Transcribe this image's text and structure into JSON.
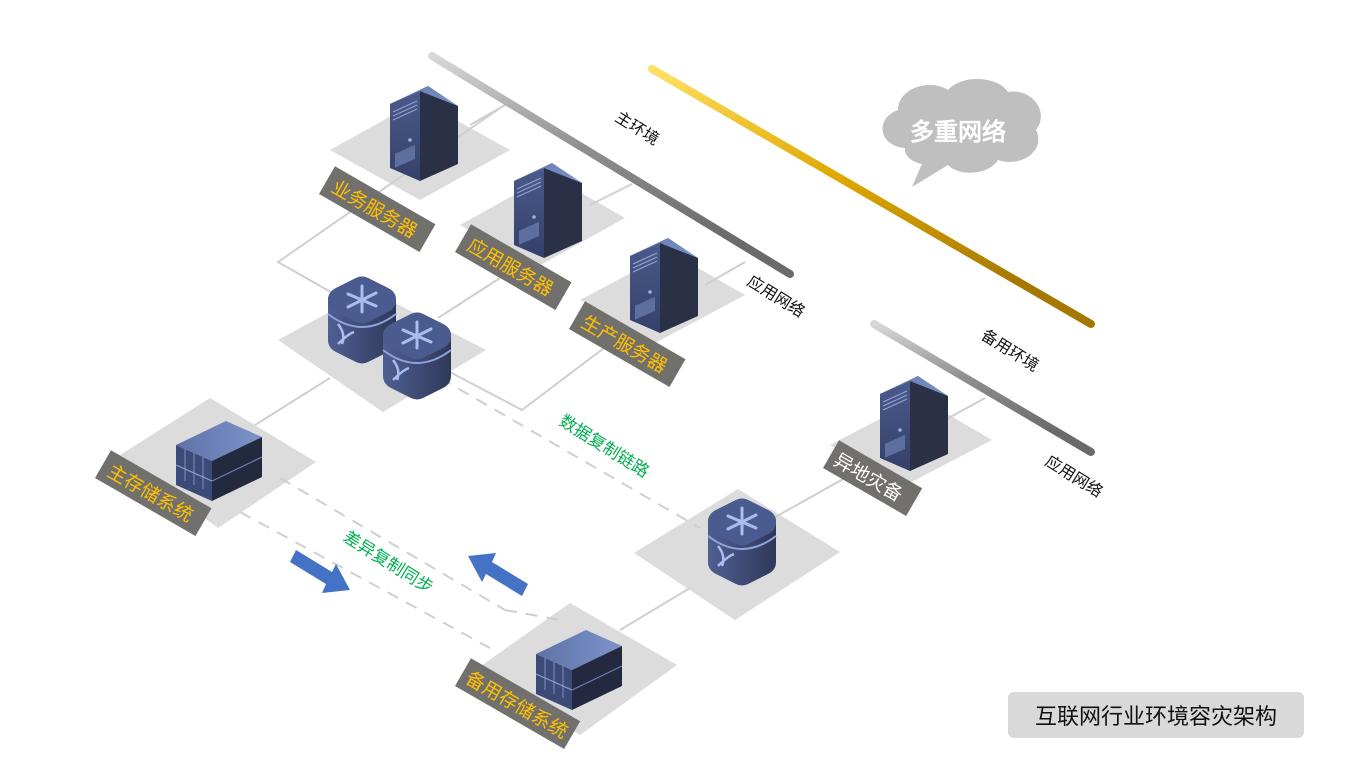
{
  "diagram": {
    "title": "互联网行业环境容灾架构",
    "cloud_label": "多重网络",
    "colors": {
      "label_box": "#72706d",
      "label_text_gold": "#ffc000",
      "label_text_white": "#ffffff",
      "link_label": "#00b050",
      "platform": "#dcdcdc",
      "wire": "#cfcfcf",
      "bus_gray": "#9a9a9a",
      "bus_gold": "#e0a800",
      "device_dark": "#2a3147",
      "device_light": "#6b80b5",
      "arrow": "#4472c4",
      "cloud": "#bfbfbf"
    },
    "networks": {
      "main_env": "主环境",
      "main_app_net": "应用网络",
      "backup_env": "备用环境",
      "backup_app_net": "应用网络"
    },
    "nodes": {
      "business_server": "业务服务器",
      "app_server": "应用服务器",
      "prod_server": "生产服务器",
      "primary_storage": "主存储系统",
      "backup_storage": "备用存储系统",
      "remote_dr": "异地灾备"
    },
    "links": {
      "data_replication": "数据复制链路",
      "diff_sync": "差异复制同步"
    }
  }
}
